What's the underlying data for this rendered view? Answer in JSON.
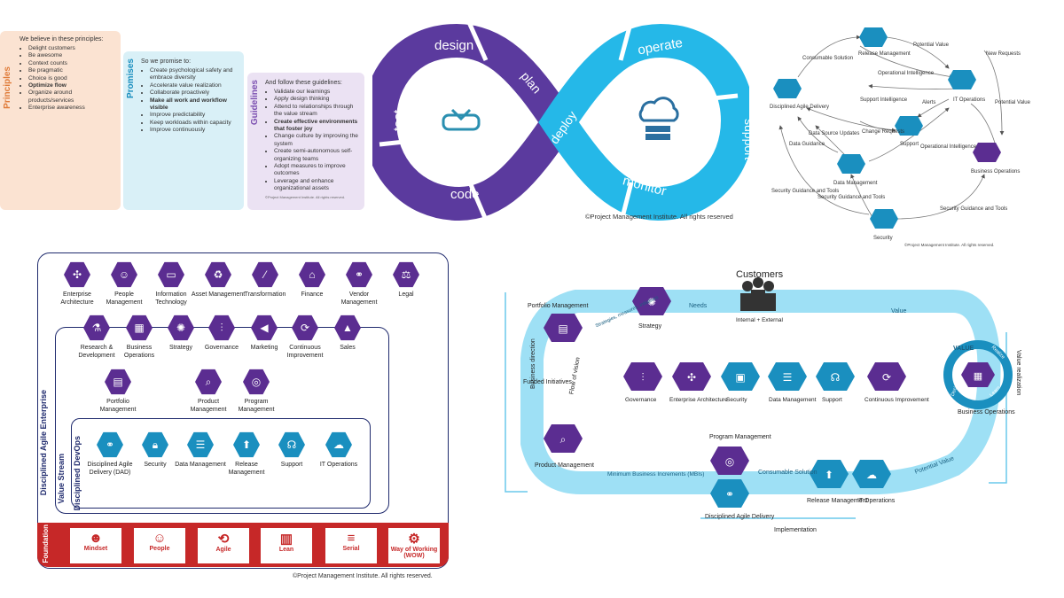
{
  "principles": {
    "side_label": "Principles",
    "title": "We believe in these principles:",
    "items": [
      "Delight customers",
      "Be awesome",
      "Context counts",
      "Be pragmatic",
      "Choice is good",
      "Optimize flow",
      "Organize around products/services",
      "Enterprise awareness"
    ]
  },
  "promises": {
    "side_label": "Promises",
    "title": "So we promise to:",
    "items": [
      "Create psychological safety and embrace diversity",
      "Accelerate value realization",
      "Collaborate proactively",
      "Make all work and workflow visible",
      "Improve predictability",
      "Keep workloads within capacity",
      "Improve continuously"
    ]
  },
  "guidelines": {
    "side_label": "Guidelines",
    "title": "And follow these guidelines:",
    "items": [
      "Validate our learnings",
      "Apply design thinking",
      "Attend to relationships through the value stream",
      "Create effective environments that foster joy",
      "Change culture by improving the system",
      "Create semi-autonomous self-organizing teams",
      "Adopt measures to improve outcomes",
      "Leverage and enhance organizational assets"
    ],
    "copyright": "©Project Management Institute. All rights reserved."
  },
  "devops_loop": {
    "labels": {
      "design": "design",
      "plan": "plan",
      "deploy": "deploy",
      "operate": "operate",
      "support": "support",
      "monitor": "monitor",
      "code": "code",
      "test": "test"
    },
    "copyright": "©Project Management Institute. All rights reserved",
    "colors": {
      "purple": "#5b3a9e",
      "cyan": "#25b8e8"
    }
  },
  "flow_diagram": {
    "nodes": {
      "release": "Release Management",
      "dad": "Disciplined Agile Delivery",
      "it_ops": "IT Operations",
      "support": "Support",
      "data": "Data Management",
      "biz_ops": "Business Operations",
      "security": "Security"
    },
    "edges": {
      "consumable": "Consumable Solution",
      "potential_value_top": "Potential Value",
      "new_requests": "New Requests",
      "operational_intel_1": "Operational Intelligence",
      "support_intel": "Support Intelligence",
      "alerts": "Alerts",
      "potential_value_right": "Potential Value",
      "change_requests": "Change Requests",
      "data_source_updates": "Data Source Updates",
      "data_guidance": "Data Guidance",
      "operational_intel_2": "Operational Intelligence",
      "sec_guidance_left": "Security Guidance and Tools",
      "sec_guidance_mid": "Security Guidance and Tools",
      "sec_guidance_right": "Security Guidance and Tools"
    },
    "copyright": "©Project Management Institute. All rights reserved."
  },
  "enterprise": {
    "outer_label": "Disciplined Agile Enterprise",
    "value_stream_label": "Value Stream",
    "devops_label": "Disciplined DevOps",
    "row1": [
      "Enterprise Architecture",
      "People Management",
      "Information Technology",
      "Asset Management",
      "Transformation",
      "Finance",
      "Vendor Management",
      "Legal"
    ],
    "row2": [
      "Research & Development",
      "Business Operations",
      "Strategy",
      "Governance",
      "Marketing",
      "Continuous Improvement",
      "Sales"
    ],
    "row3": [
      "Portfolio Management",
      "Product Management",
      "Program Management"
    ],
    "row4": [
      "Disciplined Agile Delivery (DAD)",
      "Security",
      "Data Management",
      "Release Management",
      "Support",
      "IT Operations"
    ],
    "foundation_label": "Foundation",
    "foundation": [
      "Mindset",
      "People",
      "Agile",
      "Lean",
      "Serial",
      "Way of Working (WOW)"
    ],
    "copyright": "©Project Management Institute. All rights reserved."
  },
  "value_cycle": {
    "customers": "Customers",
    "customers_sub": "Internal + External",
    "value": "Value",
    "needs": "Needs",
    "strategy": "Strategy",
    "strategies_arrow": "Strategies, measures, initiatives",
    "portfolio": "Portfolio Management",
    "funded": "Funded Initiatives",
    "flow_of_vision": "Flow of vision",
    "business_direction": "Business direction",
    "product": "Product Management",
    "mbi": "Minimum Business Increments (MBIs)",
    "program": "Program Management",
    "dad": "Disciplined Agile Delivery",
    "consumable": "Consumable Solution",
    "release": "Release Management",
    "it_ops": "IT Operations",
    "potential_value": "Potential Value",
    "implementation": "Implementation",
    "value_realization": "Value realization",
    "biz_ops": "Business Operations",
    "ring_value": "VALUE",
    "ring_realize": "Realize",
    "ring_learn": "Learn",
    "ring_decide": "Decide",
    "center": [
      "Governance",
      "Enterprise Architecture",
      "Security",
      "Data Management",
      "Support",
      "Continuous Improvement"
    ]
  }
}
